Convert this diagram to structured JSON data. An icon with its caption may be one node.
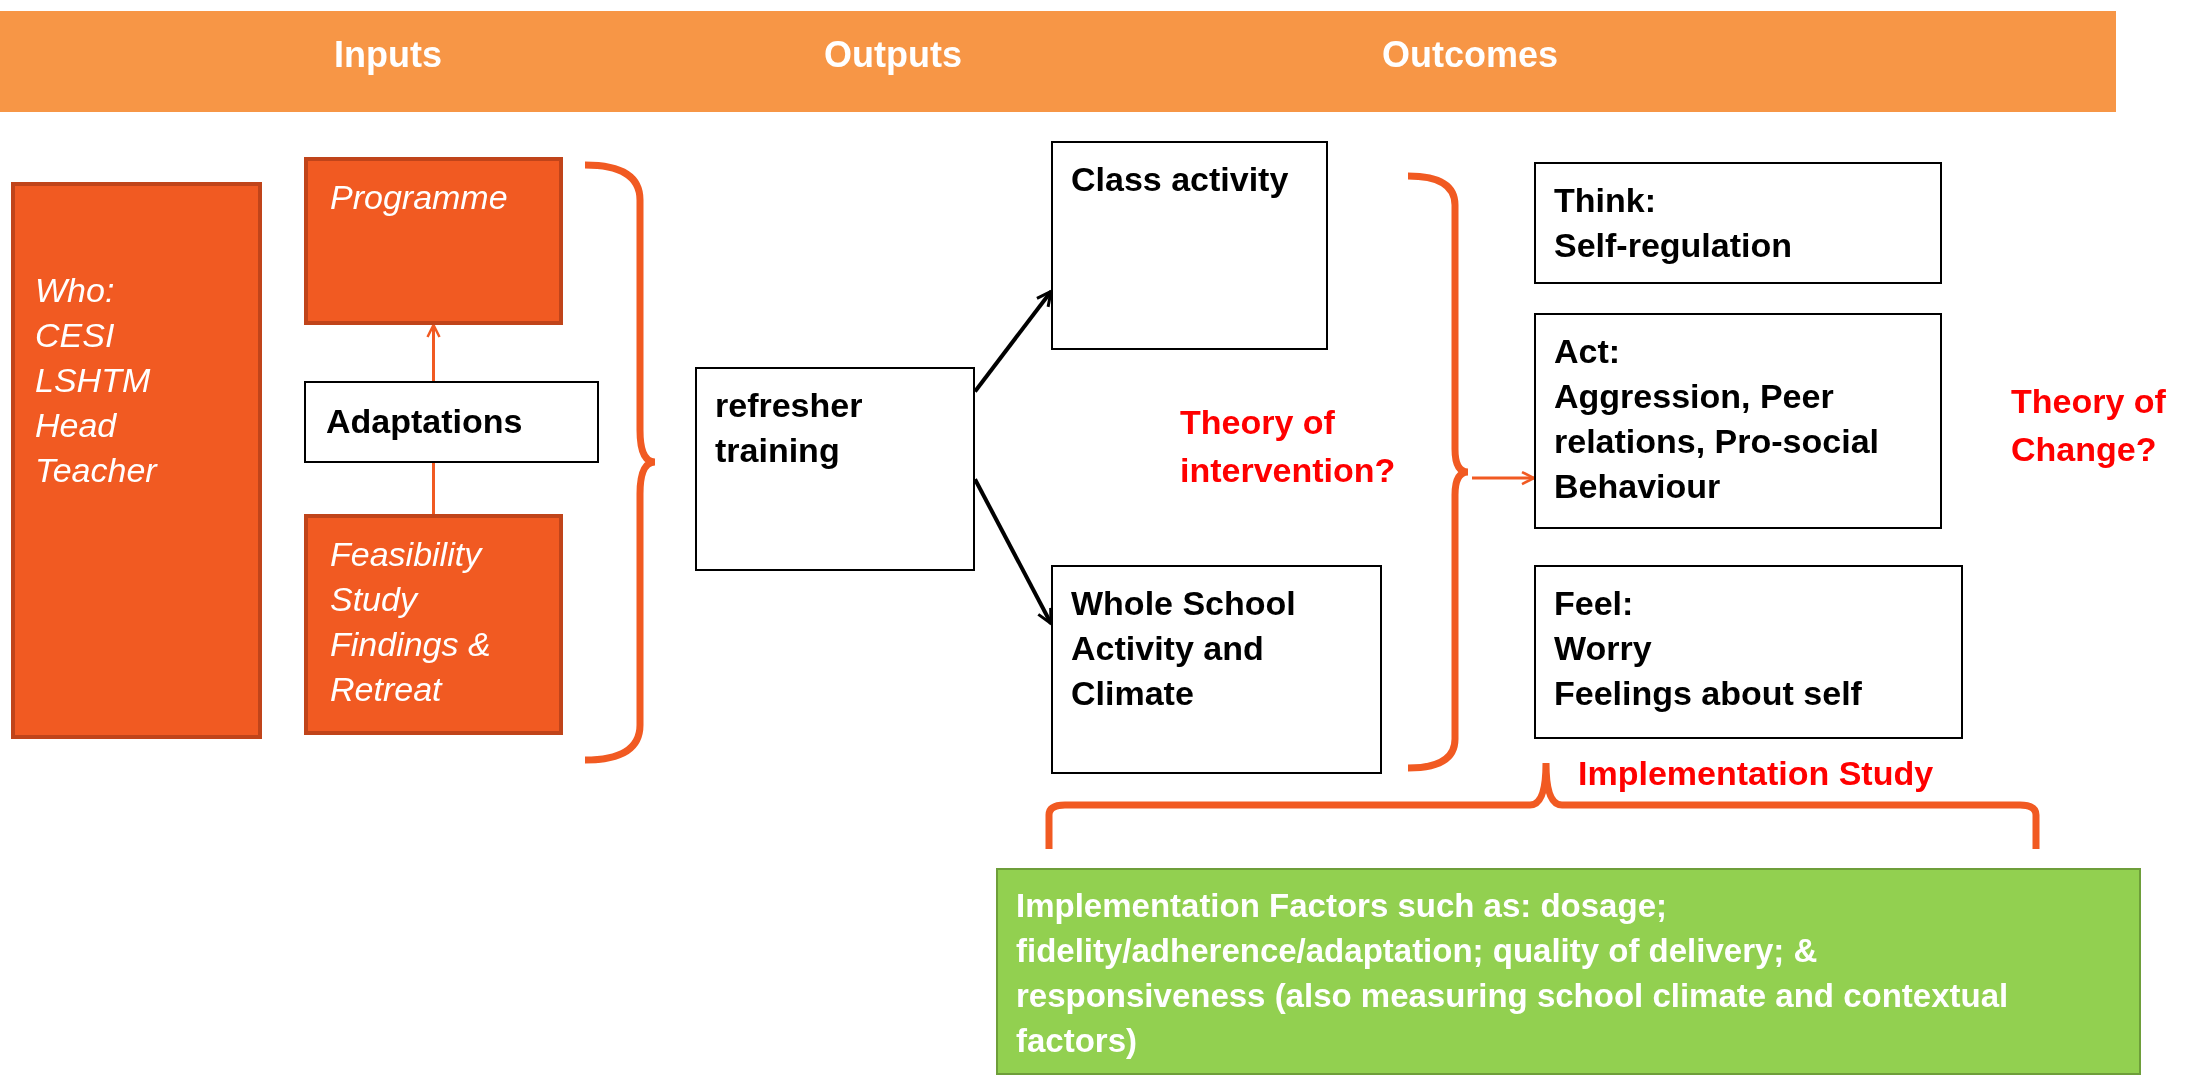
{
  "diagram": {
    "nodes": [
      {
        "text": [
          "Inputs",
          "Outputs",
          "Outcomes"
        ]
      },
      {
        "text": [
          "Who:",
          "CESI",
          "LSHTM",
          "Head Teacher"
        ]
      },
      {
        "text": [
          "Programme"
        ]
      },
      {
        "text": [
          "Adaptations"
        ]
      },
      {
        "text": [
          "Feasibility Study Findings & Retreat"
        ]
      },
      {
        "text": [
          "refresher training"
        ]
      },
      {
        "text": [
          "Class activity"
        ]
      },
      {
        "text": [
          "Whole School Activity and Climate"
        ]
      },
      {
        "text": [
          "Think:",
          "Self-regulation"
        ]
      },
      {
        "text": [
          "Act:",
          "Aggression, Peer relations, Pro-social Behaviour"
        ]
      },
      {
        "text": [
          "Feel:",
          "Worry",
          "Feelings about self"
        ]
      },
      {
        "text": [
          "Implementation Factors such as: dosage; fidelity/adherence/adaptation; quality of delivery; & responsiveness (also measuring school climate and contextual factors)"
        ]
      },
      {
        "text": [],
        "shape": "brace"
      }
    ],
    "edges": [
      {
        "from": 3,
        "to": 2,
        "arrow": "to",
        "color": "#f15a22"
      },
      {
        "from": 4,
        "to": 3,
        "arrow": "none",
        "color": "#f15a22"
      },
      {
        "from": 5,
        "to": 6,
        "arrow": "to",
        "color": "#000000"
      },
      {
        "from": 5,
        "to": 7,
        "arrow": "to",
        "color": "#000000"
      },
      {
        "from": 12,
        "to": 9,
        "arrow": "to",
        "color": "#f15a22"
      }
    ],
    "labels": [
      "Theory of intervention?",
      "Theory of Change?",
      "Implementation Study"
    ]
  }
}
